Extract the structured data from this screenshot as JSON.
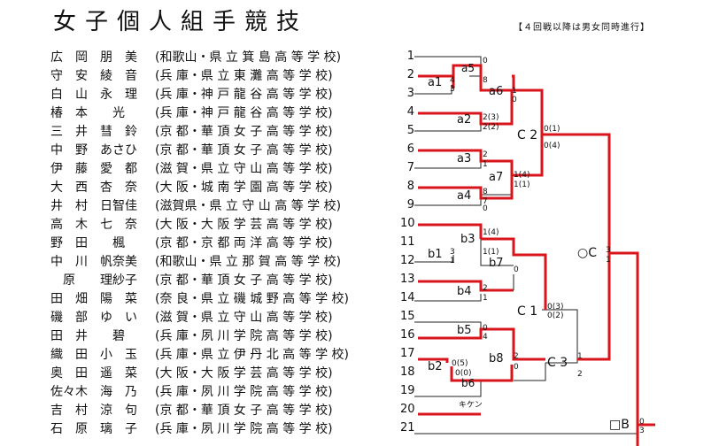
{
  "title": "女子個人組手競技",
  "note": "【４回戦以降は男女同時進行】",
  "players": [
    {
      "name": "広　岡　朋　美",
      "school": "(和歌山・県 立 箕 島 高 等 学 校)",
      "no": "1"
    },
    {
      "name": "守　安　綾　音",
      "school": "(兵 庫・県 立 東 灘 高 等 学 校)",
      "no": "2"
    },
    {
      "name": "白　山　永　理",
      "school": "(兵 庫・神 戸 龍 谷 高 等 学 校)",
      "no": "3"
    },
    {
      "name": "椿　本　　光",
      "school": "(兵 庫・神 戸 龍 谷 高 等 学 校)",
      "no": "4"
    },
    {
      "name": "三　井　彗　鈴",
      "school": "(京 都・華 頂 女 子 高 等 学 校)",
      "no": "5"
    },
    {
      "name": "中　野　あさひ",
      "school": "(京 都・華 頂 女 子 高 等 学 校)",
      "no": "6"
    },
    {
      "name": "伊　藤　愛　都",
      "school": "(滋 賀・県 立 守 山 高 等 学 校)",
      "no": "7"
    },
    {
      "name": "大　西　杏　奈",
      "school": "(大 阪・城 南 学 園 高 等 学 校)",
      "no": "8"
    },
    {
      "name": "井　村　日智佳",
      "school": "(滋賀県・県 立 守 山 高 等 学 校)",
      "no": "9"
    },
    {
      "name": "高　木　七　奈",
      "school": "(大 阪・大 阪 学 芸 高 等 学 校)",
      "no": "10"
    },
    {
      "name": "野　田　　楓",
      "school": "(京 都・京 都 両 洋 高 等 学 校)",
      "no": "11"
    },
    {
      "name": "中　川　帆奈美",
      "school": "(和歌山・県 立 那 賀 高 等 学 校)",
      "no": "12"
    },
    {
      "name": "　原　　理紗子",
      "school": "(京 都・華 頂 女 子 高 等 学 校)",
      "no": "13"
    },
    {
      "name": "田　畑　陽　菜",
      "school": "(奈 良・県 立 磯 城 野 高 等 学 校)",
      "no": "14"
    },
    {
      "name": "磯　部　ゆ　い",
      "school": "(滋 賀・県 立 守 山 高 等 学 校)",
      "no": "15"
    },
    {
      "name": "田　井　　碧",
      "school": "(兵 庫・夙 川 学 院 高 等 学 校)",
      "no": "16"
    },
    {
      "name": "織　田　小　玉",
      "school": "(兵 庫・県 立 伊 丹 北 高 等 学 校)",
      "no": "17"
    },
    {
      "name": "奥　田　遥　菜",
      "school": "(大 阪・大 阪 学 芸 高 等 学 校)",
      "no": "18"
    },
    {
      "name": "佐々木　海　乃",
      "school": "(兵 庫・夙 川 学 院 高 等 学 校)",
      "no": "19"
    },
    {
      "name": "吉　村　涼　句",
      "school": "(京 都・華 頂 女 子 高 等 学 校)",
      "no": "20"
    },
    {
      "name": "石　原　璃　子",
      "school": "(兵 庫・夙 川 学 院 高 等 学 校)",
      "no": "21"
    }
  ],
  "matches": {
    "a1": "a1",
    "a2": "a2",
    "a3": "a3",
    "a4": "a4",
    "a5": "a5",
    "a6": "a6",
    "a7": "a7",
    "b1": "b1",
    "b2": "b2",
    "b3": "b3",
    "b4": "b4",
    "b5": "b5",
    "b6": "b6",
    "b7": "b7",
    "b8": "b8",
    "c1": "C 1",
    "c2": "C 2",
    "c3": "C 3",
    "oc": "○C",
    "ob": "□B"
  },
  "scores": {
    "s1": "0",
    "s2": "4",
    "s3": "3",
    "s4": "8",
    "s5": "1",
    "s6": "0",
    "s7": "2(3)",
    "s8": "2(2)",
    "s9": "0(1)",
    "s10": "0(4)",
    "s11": "2",
    "s12": "1",
    "s13": "1(4)",
    "s14": "1(1)",
    "s15": "8",
    "s16": "7",
    "s17": "0",
    "s18": "1(4)",
    "s19": "1(1)",
    "s20": "3",
    "s21": "1",
    "s22": "0",
    "s23": "2",
    "s24": "1",
    "s25": "0(3)",
    "s26": "0(2)",
    "s27": "0",
    "s28": "4",
    "s29": "0(5)",
    "s30": "0(0)",
    "s31": "2",
    "s32": "0",
    "s33": "1",
    "s34": "2",
    "s35": "3",
    "s36": "1",
    "s37": "0",
    "s38": "3",
    "kiken": "キケン"
  }
}
